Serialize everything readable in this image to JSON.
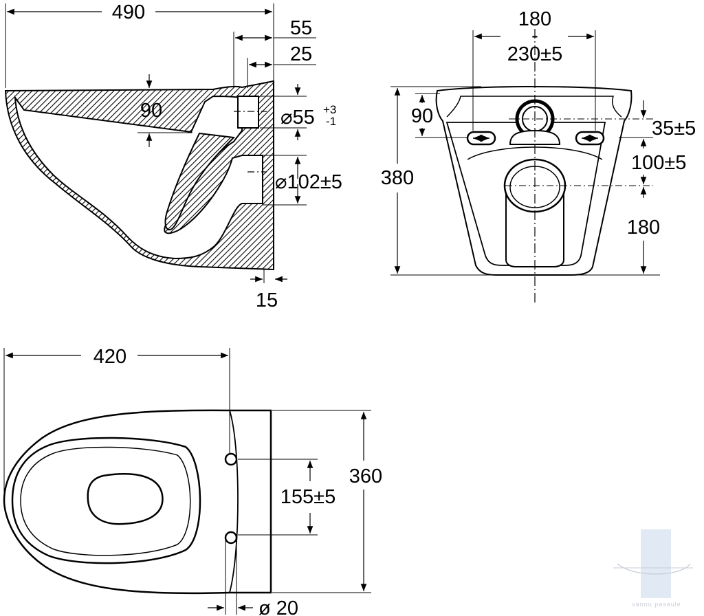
{
  "side_view": {
    "overall_length": "490",
    "outlet_depth": "55",
    "outlet_offset": "25",
    "rim_height": "90",
    "inlet_diameter": "⌀55",
    "inlet_tol_upper": "+3",
    "inlet_tol_lower": "-1",
    "outlet_diameter": "⌀102±5",
    "base_thickness": "15"
  },
  "rear_view": {
    "bolt_spacing_a": "180",
    "bolt_spacing_sep": "-",
    "bolt_spacing_b": "230±5",
    "inlet_height": "90",
    "inlet_offset": "35±5",
    "inlet_outlet_distance": "100±5",
    "overall_height": "380",
    "outlet_height": "180"
  },
  "top_view": {
    "length_to_holes": "420",
    "hole_spacing": "155±5",
    "overall_width": "360",
    "hole_diameter": "ø 20"
  },
  "watermark": {
    "text": "vannu pasaule",
    "color": "#9aa6b4"
  }
}
